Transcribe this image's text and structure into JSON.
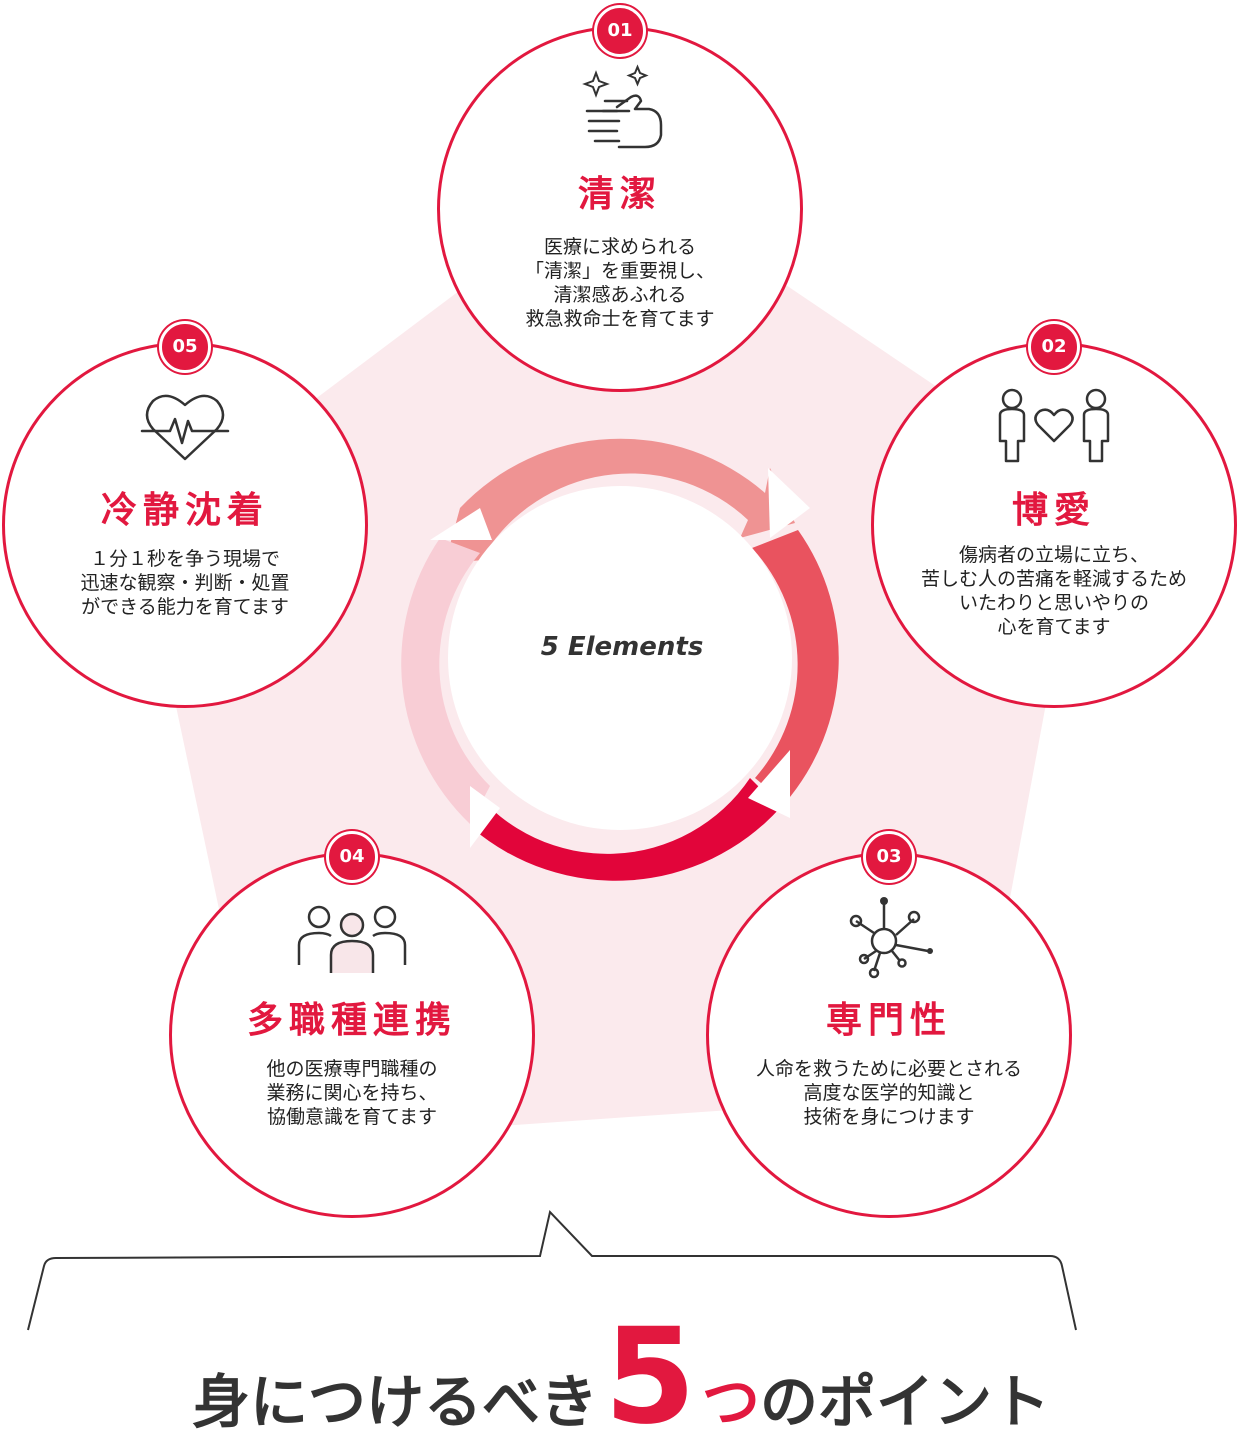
{
  "center_label": "5 Elements",
  "colors": {
    "accent": "#e2183f",
    "pentagon": "#fbeaed",
    "arc_light": "#f8cdd5",
    "arc_mid": "#ef9393",
    "arc_strong": "#e9535f",
    "arc_red": "#e2053a"
  },
  "elements": [
    {
      "number": "01",
      "title": "清潔",
      "icon": "clean-hands-icon",
      "desc": [
        "医療に求められる",
        "「清潔」を重要視し、",
        "清潔感あふれる",
        "救急救命士を育てます"
      ]
    },
    {
      "number": "02",
      "title": "博愛",
      "icon": "two-people-heart-icon",
      "desc": [
        "傷病者の立場に立ち、",
        "苦しむ人の苦痛を軽減するため",
        "いたわりと思いやりの",
        "心を育てます"
      ]
    },
    {
      "number": "03",
      "title": "専門性",
      "icon": "molecule-network-icon",
      "desc": [
        "人命を救うために必要とされる",
        "高度な医学的知識と",
        "技術を身につけます"
      ]
    },
    {
      "number": "04",
      "title": "多職種連携",
      "icon": "group-people-icon",
      "desc": [
        "他の医療専門職種の",
        "業務に関心を持ち、",
        "協働意識を育てます"
      ]
    },
    {
      "number": "05",
      "title": "冷静沈着",
      "icon": "heartbeat-icon",
      "desc": [
        "１分１秒を争う現場で",
        "迅速な観察・判断・処置",
        "ができる能力を育てます"
      ]
    }
  ],
  "headline": {
    "pre": "身につけるべき",
    "num": "5",
    "accent": "つ",
    "post": "のポイント"
  }
}
